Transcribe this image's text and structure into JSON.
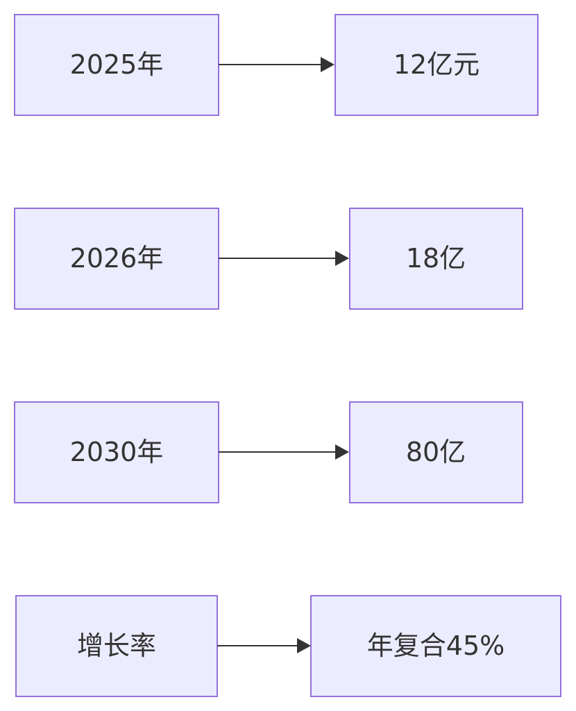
{
  "diagram": {
    "rows": [
      {
        "from": "2025年",
        "to": "12亿元"
      },
      {
        "from": "2026年",
        "to": "18亿"
      },
      {
        "from": "2030年",
        "to": "80亿"
      },
      {
        "from": "增长率",
        "to": "年复合45%"
      }
    ]
  }
}
